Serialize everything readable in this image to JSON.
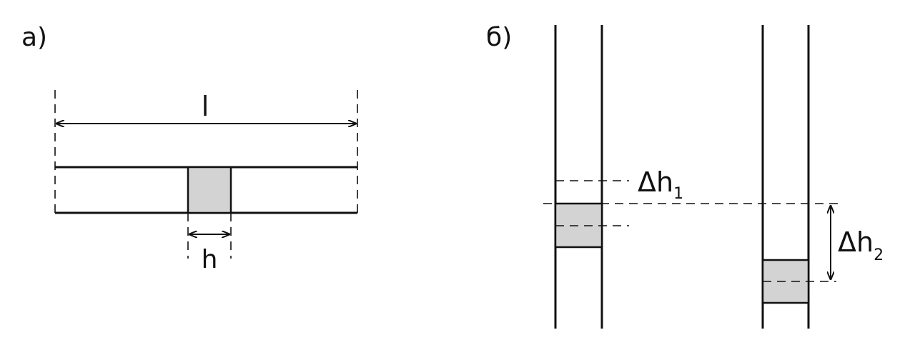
{
  "panel_a": {
    "label": "а)",
    "length_label": "l",
    "plug_width_label": "h"
  },
  "panel_b": {
    "label": "б)",
    "delta1_label": "Δh",
    "delta1_sub": "1",
    "delta2_label": "Δh",
    "delta2_sub": "2"
  },
  "colors": {
    "plug_fill": "#d3d3d3",
    "line": "#111111"
  }
}
